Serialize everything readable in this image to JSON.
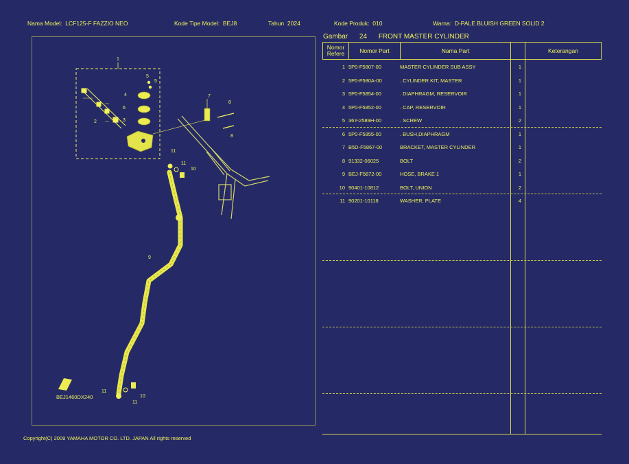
{
  "header": {
    "model_label": "Nama Model:",
    "model_value": "LCF125-F FAZZIO NEO",
    "type_label": "Kode Tipe Model:",
    "type_value": "BEJ8",
    "year_label": "Tahun",
    "year_value": "2024",
    "product_label": "Kode Produk:",
    "product_value": "010",
    "color_label": "Warna:",
    "color_value": "D-PALE BLUISH GREEN SOLID 2"
  },
  "figure": {
    "label": "Gambar",
    "number": "24",
    "title": "FRONT MASTER CYLINDER"
  },
  "diagram": {
    "code": "BEJ1460DX240",
    "callouts": [
      "1",
      "2",
      "3",
      "4",
      "5",
      "5",
      "6",
      "7",
      "8",
      "8",
      "9",
      "10",
      "10",
      "11",
      "11",
      "11",
      "11"
    ]
  },
  "table": {
    "headers": {
      "ref_line1": "Nomor",
      "ref_line2": "Refere",
      "part_no": "Nomor Part",
      "part_name": "Nama Part",
      "remarks": "Keterangan"
    },
    "rows": [
      {
        "ref": "1",
        "part_no": "5P0-F5807-00",
        "name": "MASTER CYLINDER SUB ASSY",
        "qty": "1"
      },
      {
        "ref": "2",
        "part_no": "5P0-F580A-00",
        "name": ". CYLINDER KIT, MASTER",
        "qty": "1"
      },
      {
        "ref": "3",
        "part_no": "5P0-F5854-00",
        "name": ". DIAPHRAGM, RESERVOIR",
        "qty": "1"
      },
      {
        "ref": "4",
        "part_no": "5P0-F5852-00",
        "name": ". CAP, RESERVOIR",
        "qty": "1"
      },
      {
        "ref": "5",
        "part_no": "36Y-2589H-00",
        "name": ". SCREW",
        "qty": "2"
      },
      {
        "ref": "6",
        "part_no": "5P0-F5855-00",
        "name": ". BUSH,DIAPHRAGM",
        "qty": "1"
      },
      {
        "ref": "7",
        "part_no": "B5D-F5867-00",
        "name": "BRACKET, MASTER CYLINDER",
        "qty": "1"
      },
      {
        "ref": "8",
        "part_no": "91332-06025",
        "name": "BOLT",
        "qty": "2"
      },
      {
        "ref": "9",
        "part_no": "BEJ-F5872-00",
        "name": "HOSE, BRAKE 1",
        "qty": "1"
      },
      {
        "ref": "10",
        "part_no": "90401-10812",
        "name": "BOLT, UNION",
        "qty": "2"
      },
      {
        "ref": "11",
        "part_no": "90201-10118",
        "name": "WASHER, PLATE",
        "qty": "4"
      }
    ]
  },
  "copyright": "Copyright(C) 2009 YAMAHA MOTOR CO. LTD. JAPAN All rights reserved"
}
